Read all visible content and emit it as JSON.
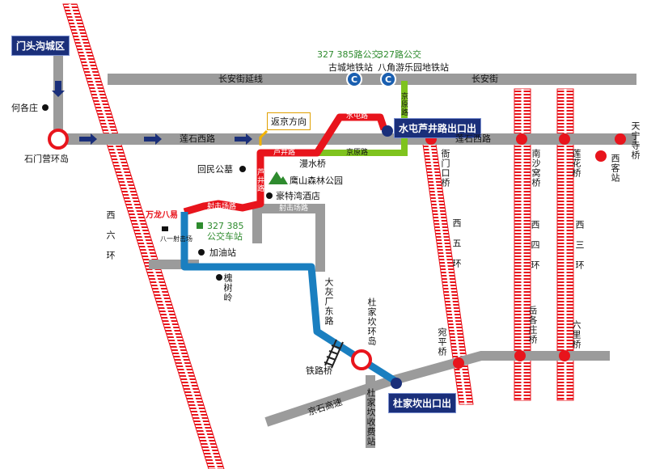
{
  "areas": {
    "mentougou": "门头沟城区",
    "shuitun_exit": "水屯芦井路出口出",
    "dujiakan_exit": "杜家坎出口出"
  },
  "roads": {
    "changan_ext": "长安街延线",
    "changan": "长安街",
    "lianshi_west": "莲石西路",
    "lianshi_west_right": "莲石西路",
    "shuitun": "水屯路",
    "lujing": "芦井路",
    "lujing_vert": "芦井路",
    "jingyuan": "京原路",
    "jingyuan_vert": "京原路",
    "shejichang_left": "射击场路",
    "shejichang_right": "射击场路",
    "dahuichang_east": "大灰厂东路",
    "jingshi_highway": "京石高速",
    "west_6th_ring": "西六环",
    "west_5th_ring": "西五环",
    "west_4th_ring": "西四环",
    "west_3rd_ring": "西三环"
  },
  "places": {
    "hegezhuang": "何各庄",
    "shimenying": "石门营环岛",
    "huimin_cemetery": "回民公墓",
    "yingshan_park": "鹰山森林公园",
    "haote_hotel": "豪特湾酒店",
    "gas_station": "加油站",
    "huaishuling": "槐树岭",
    "dujiakan_roundabout": "杜家坎环岛",
    "railway_bridge": "铁路桥",
    "dujiakan_toll": "杜家坎收费站",
    "manshui_bridge": "漫水桥",
    "return_direction": "返京方向",
    "bus_station_numbers": "327  385",
    "bus_station": "公交车站",
    "bus_327_385": "327  385路公交",
    "bus_327": "327路公交",
    "gucheng_subway": "古城地铁站",
    "bajiao_subway": "八角游乐园地铁站",
    "hengmenkou_bridge": "衙门口桥",
    "nanshawo_bridge": "南沙窝桥",
    "lianhua_bridge": "莲花桥",
    "tianning_bridge": "天宁寺桥",
    "west_bus_station": "西客站",
    "wanping_bridge": "宛平桥",
    "yuegezhuang_bridge": "岳各庄桥",
    "liuli_bridge": "六里桥",
    "shooting_range": "八一射击场",
    "brand_logo": "万龙八易"
  },
  "colors": {
    "route_red": "#e8141c",
    "route_blue": "#1a7fc0",
    "route_green": "#7fc31e",
    "road_gray": "#9b9b9b",
    "railway_red": "#e8141c",
    "label_navy": "#1a2f7a"
  },
  "icons": [
    "subway-icon",
    "roundabout-icon",
    "bridge-dot-icon",
    "mountain-icon",
    "arrow-icon",
    "railway-track-icon",
    "bus-stop-icon"
  ]
}
